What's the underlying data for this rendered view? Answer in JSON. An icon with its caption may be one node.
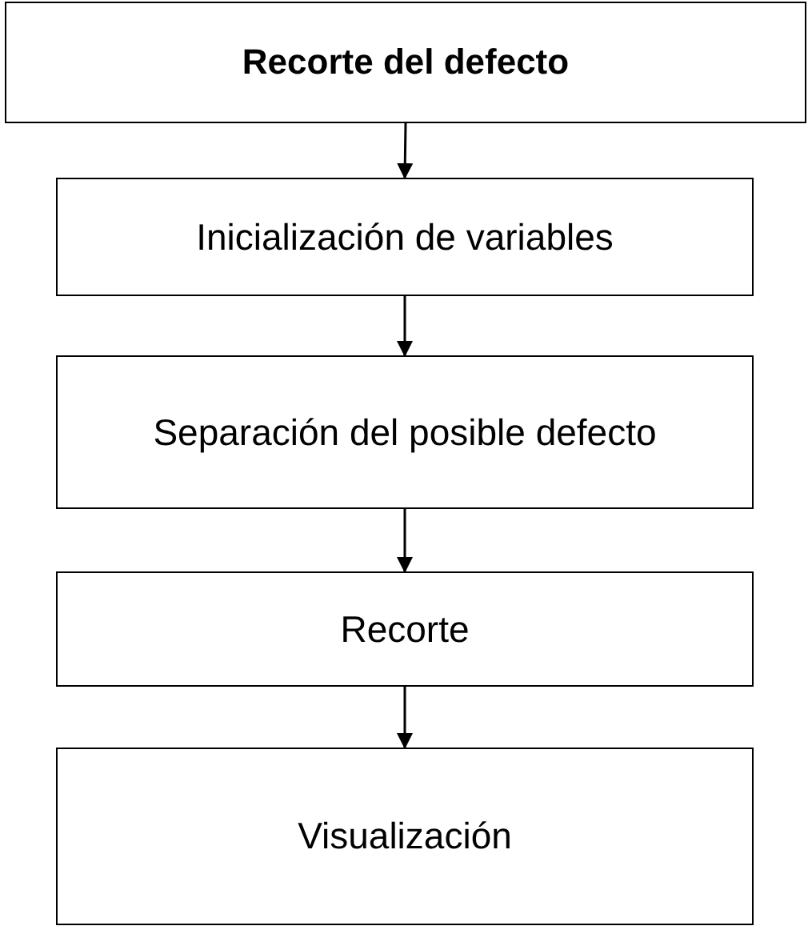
{
  "diagram": {
    "nodes": [
      {
        "text": [
          "Recorte del defecto"
        ]
      },
      {
        "text": [
          "Inicialización de variables"
        ]
      },
      {
        "text": [
          "Separación del posible defecto"
        ]
      },
      {
        "text": [
          "Recorte"
        ]
      },
      {
        "text": [
          "Visualización"
        ]
      }
    ],
    "edges": [
      {
        "from": 0,
        "to": 1,
        "arrow": "to"
      },
      {
        "from": 1,
        "to": 2,
        "arrow": "to"
      },
      {
        "from": 2,
        "to": 3,
        "arrow": "to"
      },
      {
        "from": 3,
        "to": 4,
        "arrow": "to"
      }
    ]
  }
}
